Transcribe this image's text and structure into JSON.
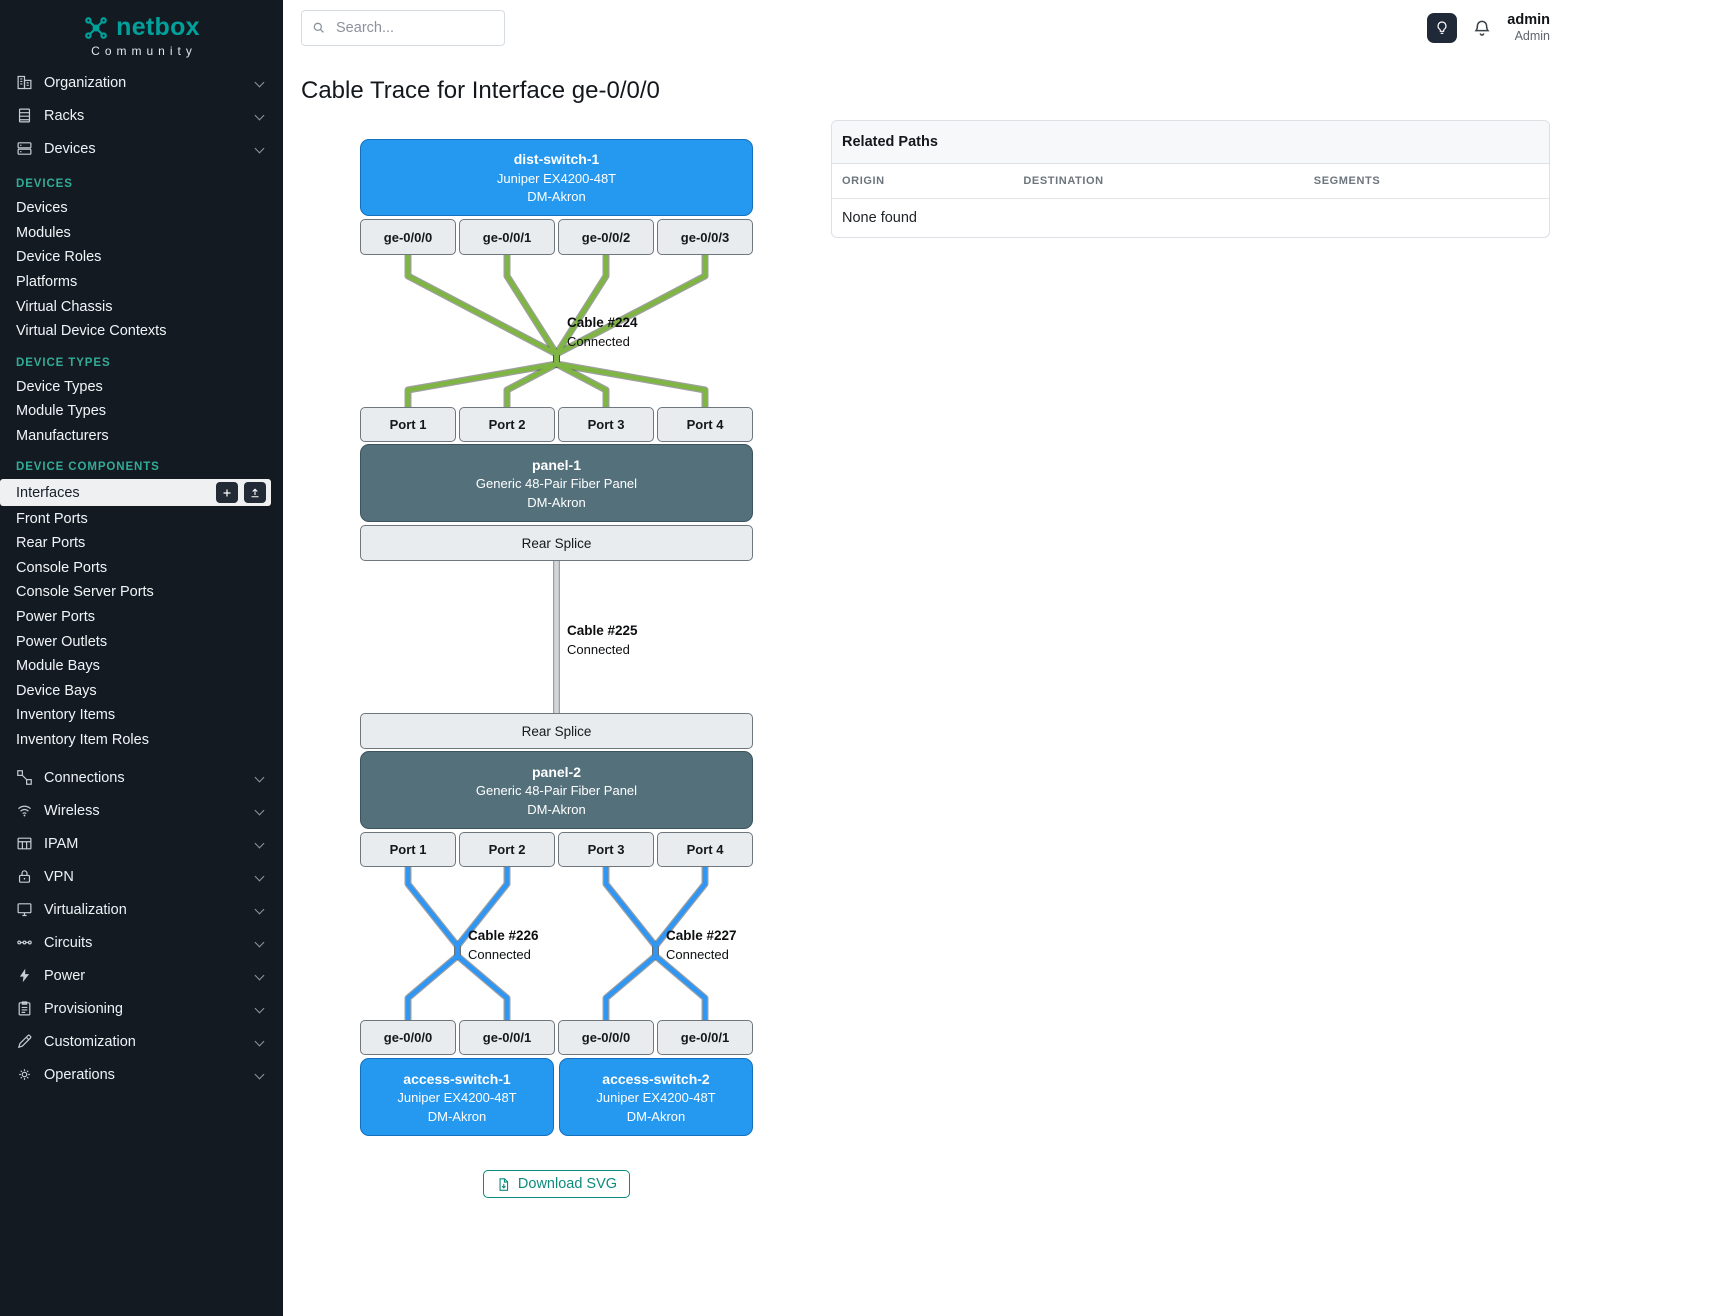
{
  "brand": {
    "name": "netbox",
    "subtitle": "Community"
  },
  "topbar": {
    "search_placeholder": "Search...",
    "username": "admin",
    "role": "Admin"
  },
  "sidebar": {
    "groups_top": [
      {
        "label": "Organization"
      },
      {
        "label": "Racks"
      },
      {
        "label": "Devices"
      }
    ],
    "sections": [
      {
        "title": "DEVICES",
        "items": [
          "Devices",
          "Modules",
          "Device Roles",
          "Platforms",
          "Virtual Chassis",
          "Virtual Device Contexts"
        ]
      },
      {
        "title": "DEVICE TYPES",
        "items": [
          "Device Types",
          "Module Types",
          "Manufacturers"
        ]
      },
      {
        "title": "DEVICE COMPONENTS",
        "items": [
          "Interfaces",
          "Front Ports",
          "Rear Ports",
          "Console Ports",
          "Console Server Ports",
          "Power Ports",
          "Power Outlets",
          "Module Bays",
          "Device Bays",
          "Inventory Items",
          "Inventory Item Roles"
        ]
      }
    ],
    "groups_bottom": [
      {
        "label": "Connections"
      },
      {
        "label": "Wireless"
      },
      {
        "label": "IPAM"
      },
      {
        "label": "VPN"
      },
      {
        "label": "Virtualization"
      },
      {
        "label": "Circuits"
      },
      {
        "label": "Power"
      },
      {
        "label": "Provisioning"
      },
      {
        "label": "Customization"
      },
      {
        "label": "Operations"
      }
    ]
  },
  "page": {
    "title": "Cable Trace for Interface ge-0/0/0"
  },
  "trace": {
    "top_device": {
      "name": "dist-switch-1",
      "model": "Juniper EX4200-48T",
      "site": "DM-Akron"
    },
    "top_ports": [
      "ge-0/0/0",
      "ge-0/0/1",
      "ge-0/0/2",
      "ge-0/0/3"
    ],
    "cable_224": {
      "name": "Cable #224",
      "status": "Connected"
    },
    "panel1_ports": [
      "Port 1",
      "Port 2",
      "Port 3",
      "Port 4"
    ],
    "panel1": {
      "name": "panel-1",
      "model": "Generic 48-Pair Fiber Panel",
      "site": "DM-Akron"
    },
    "rear_splice_top": "Rear Splice",
    "cable_225": {
      "name": "Cable #225",
      "status": "Connected"
    },
    "rear_splice_bottom": "Rear Splice",
    "panel2": {
      "name": "panel-2",
      "model": "Generic 48-Pair Fiber Panel",
      "site": "DM-Akron"
    },
    "panel2_ports": [
      "Port 1",
      "Port 2",
      "Port 3",
      "Port 4"
    ],
    "cable_226": {
      "name": "Cable #226",
      "status": "Connected"
    },
    "cable_227": {
      "name": "Cable #227",
      "status": "Connected"
    },
    "bottom_ports": [
      "ge-0/0/0",
      "ge-0/0/1",
      "ge-0/0/0",
      "ge-0/0/1"
    ],
    "access_switch_1": {
      "name": "access-switch-1",
      "model": "Juniper EX4200-48T",
      "site": "DM-Akron"
    },
    "access_switch_2": {
      "name": "access-switch-2",
      "model": "Juniper EX4200-48T",
      "site": "DM-Akron"
    }
  },
  "related_paths": {
    "title": "Related Paths",
    "columns": [
      "ORIGIN",
      "DESTINATION",
      "SEGMENTS"
    ],
    "empty_text": "None found"
  },
  "actions": {
    "download_svg": "Download SVG"
  },
  "colors": {
    "device_blue": "#2598f0",
    "panel_slate": "#53707b",
    "cable_green": "#7fb543",
    "cable_blue": "#2e96f5",
    "cable_gray": "#d2d6d9",
    "brand_teal": "#00a19a"
  }
}
